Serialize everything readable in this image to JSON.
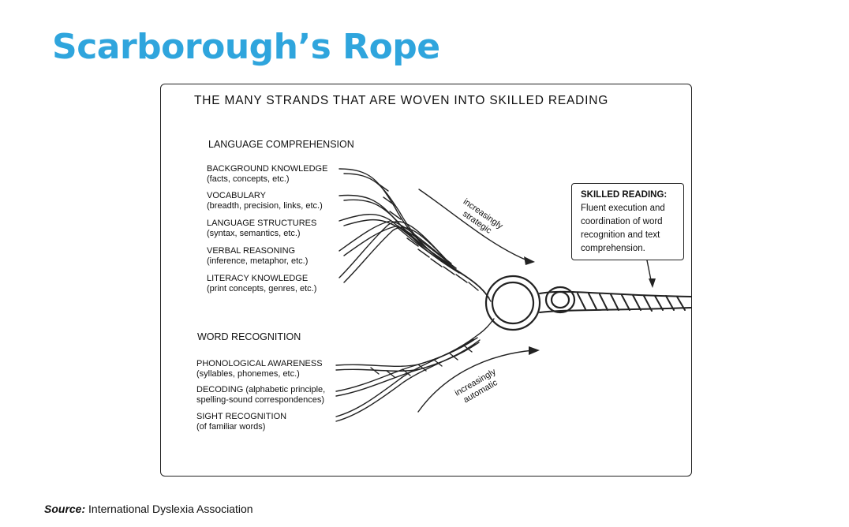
{
  "title": "Scarborough’s Rope",
  "accent_color": "#2fa5dd",
  "diagram_heading": "THE MANY STRANDS THAT ARE WOVEN INTO SKILLED READING",
  "language_comprehension": {
    "title": "LANGUAGE COMPREHENSION",
    "strands": [
      {
        "label": "BACKGROUND KNOWLEDGE",
        "detail": "(facts, concepts, etc.)"
      },
      {
        "label": "VOCABULARY",
        "detail": "(breadth, precision, links, etc.)"
      },
      {
        "label": "LANGUAGE STRUCTURES",
        "detail": "(syntax, semantics, etc.)"
      },
      {
        "label": "VERBAL REASONING",
        "detail": "(inference, metaphor, etc.)"
      },
      {
        "label": "LITERACY KNOWLEDGE",
        "detail": "(print concepts, genres, etc.)"
      }
    ]
  },
  "word_recognition": {
    "title": "WORD RECOGNITION",
    "strands": [
      {
        "label": "PHONOLOGICAL AWARENESS",
        "detail": "(syllables, phonemes, etc.)"
      },
      {
        "label": "DECODING (alphabetic principle,",
        "detail": "spelling-sound correspondences)"
      },
      {
        "label": "SIGHT RECOGNITION",
        "detail": "(of familiar words)"
      }
    ]
  },
  "arrows": {
    "strategic": {
      "line1": "increasingly",
      "line2": "strategic"
    },
    "automatic": {
      "line1": "increasingly",
      "line2": "automatic"
    }
  },
  "skilled_reading": {
    "title": "SKILLED READING:",
    "lines": [
      "Fluent execution and",
      "coordination of word",
      "recognition and text",
      "comprehension."
    ]
  },
  "source": {
    "label": "Source:",
    "text": "International Dyslexia Association"
  }
}
